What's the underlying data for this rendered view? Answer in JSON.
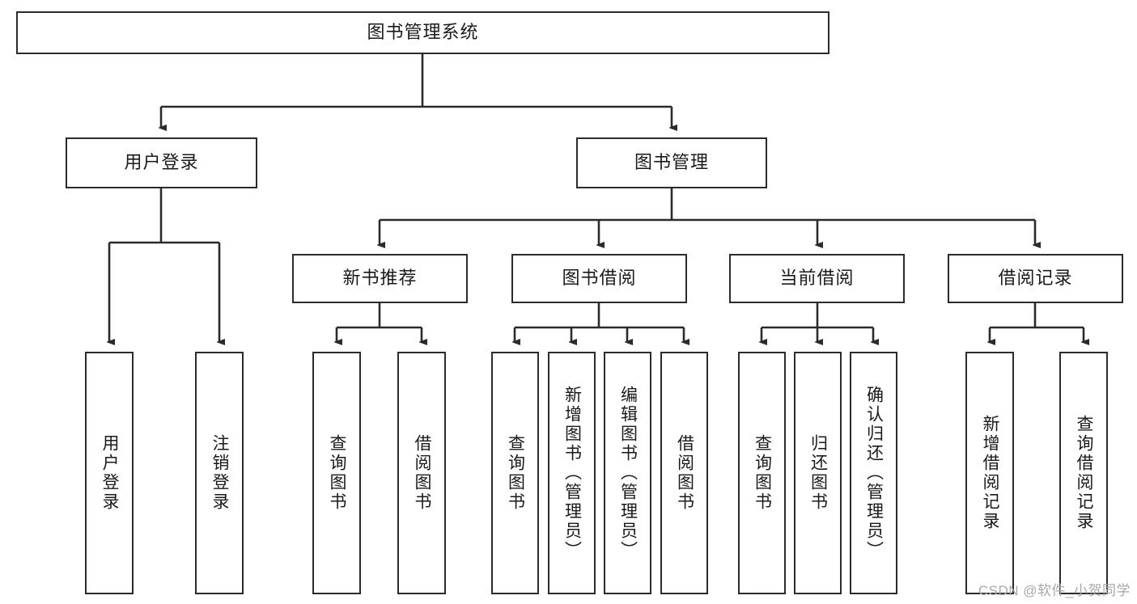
{
  "diagram": {
    "title": "图书管理系统",
    "type": "tree-hierarchy-diagram",
    "watermark": "CSDN @软件_小贺同学",
    "colors": {
      "box_border": "#2b2b2b",
      "box_fill": "#ffffff",
      "connector": "#2b2b2b",
      "text": "#1a1a1a",
      "watermark_text": "#a8a8a8",
      "background": "#ffffff"
    },
    "nodes": {
      "root": {
        "label": "图书管理系统",
        "orientation": "horizontal"
      },
      "level2": [
        {
          "id": "user-login",
          "label": "用户登录",
          "orientation": "horizontal"
        },
        {
          "id": "book-manage",
          "label": "图书管理",
          "orientation": "horizontal"
        }
      ],
      "level3": [
        {
          "id": "new-book-recommend",
          "label": "新书推荐",
          "orientation": "horizontal"
        },
        {
          "id": "book-borrow",
          "label": "图书借阅",
          "orientation": "horizontal"
        },
        {
          "id": "current-borrow",
          "label": "当前借阅",
          "orientation": "horizontal"
        },
        {
          "id": "borrow-record",
          "label": "借阅记录",
          "orientation": "horizontal"
        }
      ],
      "leaves": [
        {
          "id": "leaf-user-login",
          "label": "用户登录",
          "parent": "user-login",
          "orientation": "vertical"
        },
        {
          "id": "leaf-user-logout",
          "label": "注销登录",
          "parent": "user-login",
          "orientation": "vertical"
        },
        {
          "id": "leaf-query-book-1",
          "label": "查询图书",
          "parent": "new-book-recommend",
          "orientation": "vertical"
        },
        {
          "id": "leaf-borrow-book-1",
          "label": "借阅图书",
          "parent": "new-book-recommend",
          "orientation": "vertical"
        },
        {
          "id": "leaf-query-book-2",
          "label": "查询图书",
          "parent": "book-borrow",
          "orientation": "vertical"
        },
        {
          "id": "leaf-add-book",
          "label": "新增图书（管理员）",
          "parent": "book-borrow",
          "orientation": "vertical"
        },
        {
          "id": "leaf-edit-book",
          "label": "编辑图书（管理员）",
          "parent": "book-borrow",
          "orientation": "vertical"
        },
        {
          "id": "leaf-borrow-book-2",
          "label": "借阅图书",
          "parent": "book-borrow",
          "orientation": "vertical"
        },
        {
          "id": "leaf-query-book-3",
          "label": "查询图书",
          "parent": "current-borrow",
          "orientation": "vertical"
        },
        {
          "id": "leaf-return-book",
          "label": "归还图书",
          "parent": "current-borrow",
          "orientation": "vertical"
        },
        {
          "id": "leaf-confirm-return",
          "label": "确认归还（管理员）",
          "parent": "current-borrow",
          "orientation": "vertical"
        },
        {
          "id": "leaf-add-record",
          "label": "新增借阅记录",
          "parent": "borrow-record",
          "orientation": "vertical"
        },
        {
          "id": "leaf-query-record",
          "label": "查询借阅记录",
          "parent": "borrow-record",
          "orientation": "vertical"
        }
      ]
    }
  }
}
